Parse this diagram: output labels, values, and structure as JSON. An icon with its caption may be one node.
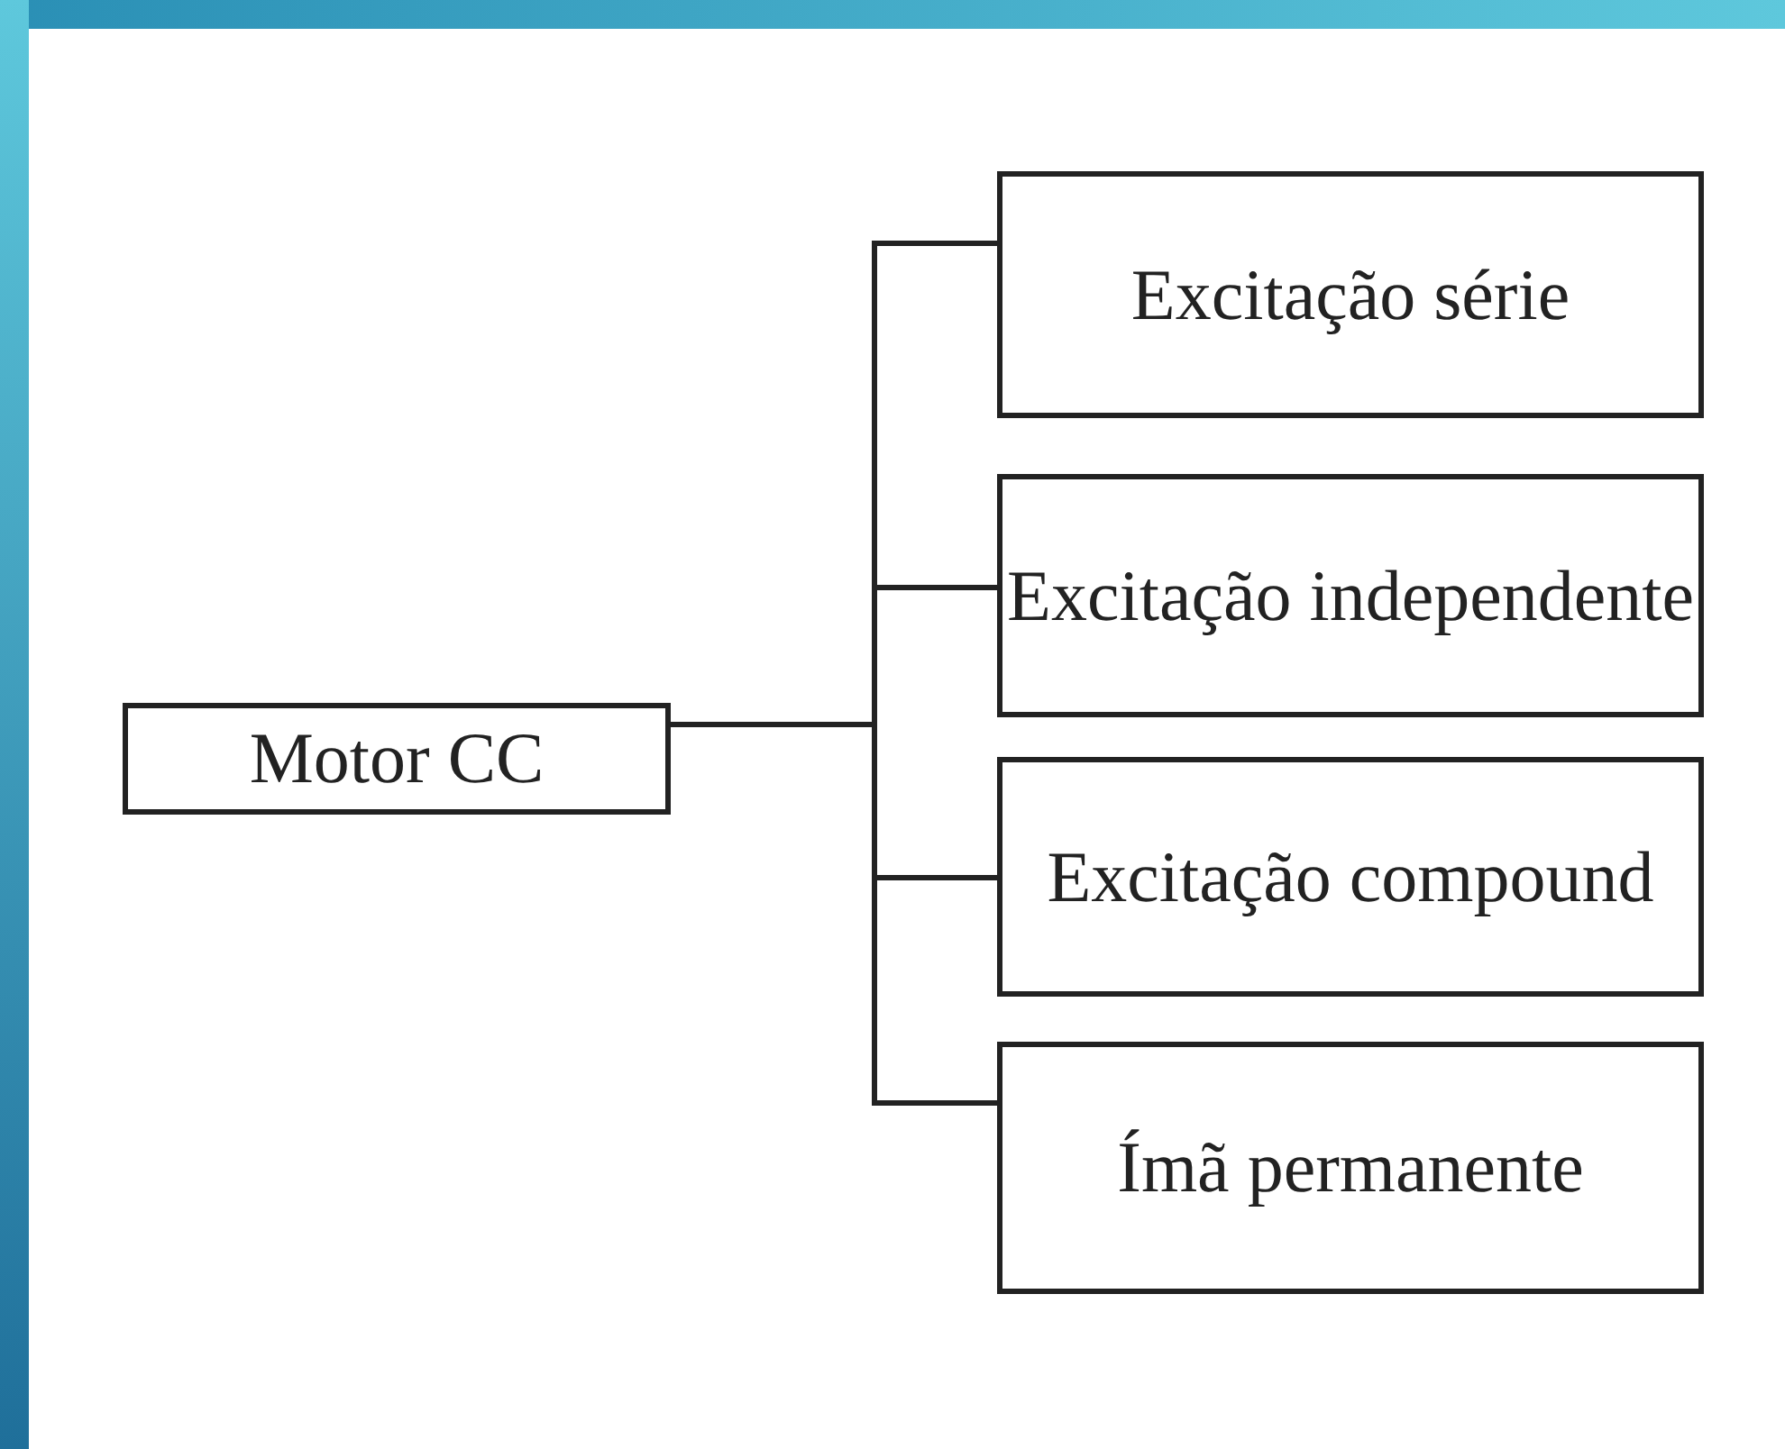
{
  "diagram": {
    "nodes": [
      {
        "text": [
          "Motor CC"
        ]
      },
      {
        "text": [
          "Excitação série"
        ]
      },
      {
        "text": [
          "Excitação independente"
        ]
      },
      {
        "text": [
          "Excitação compound"
        ]
      },
      {
        "text": [
          "Ímã permanente"
        ]
      }
    ],
    "edges": [
      {
        "from": 0,
        "to": 1,
        "arrow": "none"
      },
      {
        "from": 0,
        "to": 2,
        "arrow": "none"
      },
      {
        "from": 0,
        "to": 3,
        "arrow": "none"
      },
      {
        "from": 0,
        "to": 4,
        "arrow": "none"
      }
    ]
  }
}
